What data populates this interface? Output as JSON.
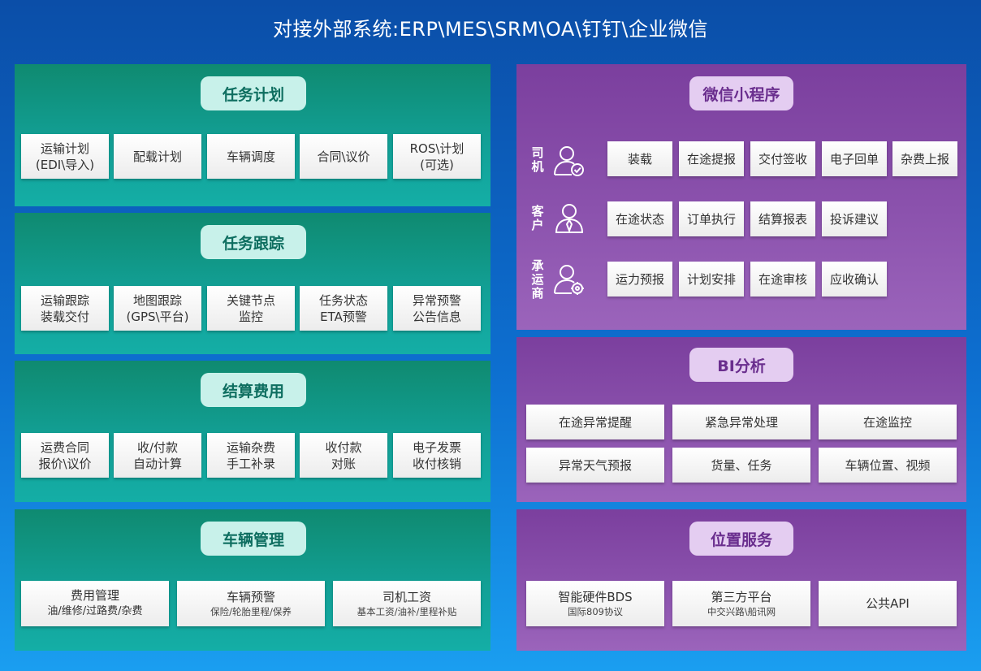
{
  "header": {
    "title": "对接外部系统:ERP\\MES\\SRM\\OA\\钉钉\\企业微信"
  },
  "task_plan": {
    "title": "任务计划",
    "items": [
      {
        "l1": "运输计划",
        "l2": "(EDI\\导入)"
      },
      {
        "l1": "配载计划",
        "l2": ""
      },
      {
        "l1": "车辆调度",
        "l2": ""
      },
      {
        "l1": "合同\\议价",
        "l2": ""
      },
      {
        "l1": "ROS\\计划",
        "l2": "(可选)"
      }
    ]
  },
  "task_track": {
    "title": "任务跟踪",
    "items": [
      {
        "l1": "运输跟踪",
        "l2": "装载交付"
      },
      {
        "l1": "地图跟踪",
        "l2": "(GPS\\平台)"
      },
      {
        "l1": "关键节点",
        "l2": "监控"
      },
      {
        "l1": "任务状态",
        "l2": "ETA预警"
      },
      {
        "l1": "异常预警",
        "l2": "公告信息"
      }
    ]
  },
  "settlement": {
    "title": "结算费用",
    "items": [
      {
        "l1": "运费合同",
        "l2": "报价\\议价"
      },
      {
        "l1": "收/付款",
        "l2": "自动计算"
      },
      {
        "l1": "运输杂费",
        "l2": "手工补录"
      },
      {
        "l1": "收付款",
        "l2": "对账"
      },
      {
        "l1": "电子发票",
        "l2": "收付核销"
      }
    ]
  },
  "vehicle": {
    "title": "车辆管理",
    "items": [
      {
        "l1": "费用管理",
        "l2": "油/维修/过路费/杂费"
      },
      {
        "l1": "车辆预警",
        "l2": "保险/轮胎里程/保养"
      },
      {
        "l1": "司机工资",
        "l2": "基本工资/油补/里程补贴"
      }
    ]
  },
  "wechat": {
    "title": "微信小程序",
    "roles": [
      {
        "name": "司机",
        "icon": "driver-icon",
        "items": [
          "装载",
          "在途提报",
          "交付签收",
          "电子回单",
          "杂费上报"
        ]
      },
      {
        "name": "客户",
        "icon": "customer-icon",
        "items": [
          "在途状态",
          "订单执行",
          "结算报表",
          "投诉建议"
        ]
      },
      {
        "name": "承运商",
        "icon": "carrier-icon",
        "items": [
          "运力预报",
          "计划安排",
          "在途审核",
          "应收确认"
        ]
      }
    ]
  },
  "bi": {
    "title": "BI分析",
    "items": [
      "在途异常提醒",
      "紧急异常处理",
      "在途监控",
      "异常天气预报",
      "货量、任务",
      "车辆位置、视频"
    ]
  },
  "location": {
    "title": "位置服务",
    "items": [
      {
        "l1": "智能硬件BDS",
        "l2": "国际809协议"
      },
      {
        "l1": "第三方平台",
        "l2": "中交兴路\\船讯网"
      },
      {
        "l1": "公共API",
        "l2": ""
      }
    ]
  },
  "colors": {
    "green_panel": "#12a096",
    "purple_panel": "#8b52ad",
    "background": "#0d6fd0"
  }
}
